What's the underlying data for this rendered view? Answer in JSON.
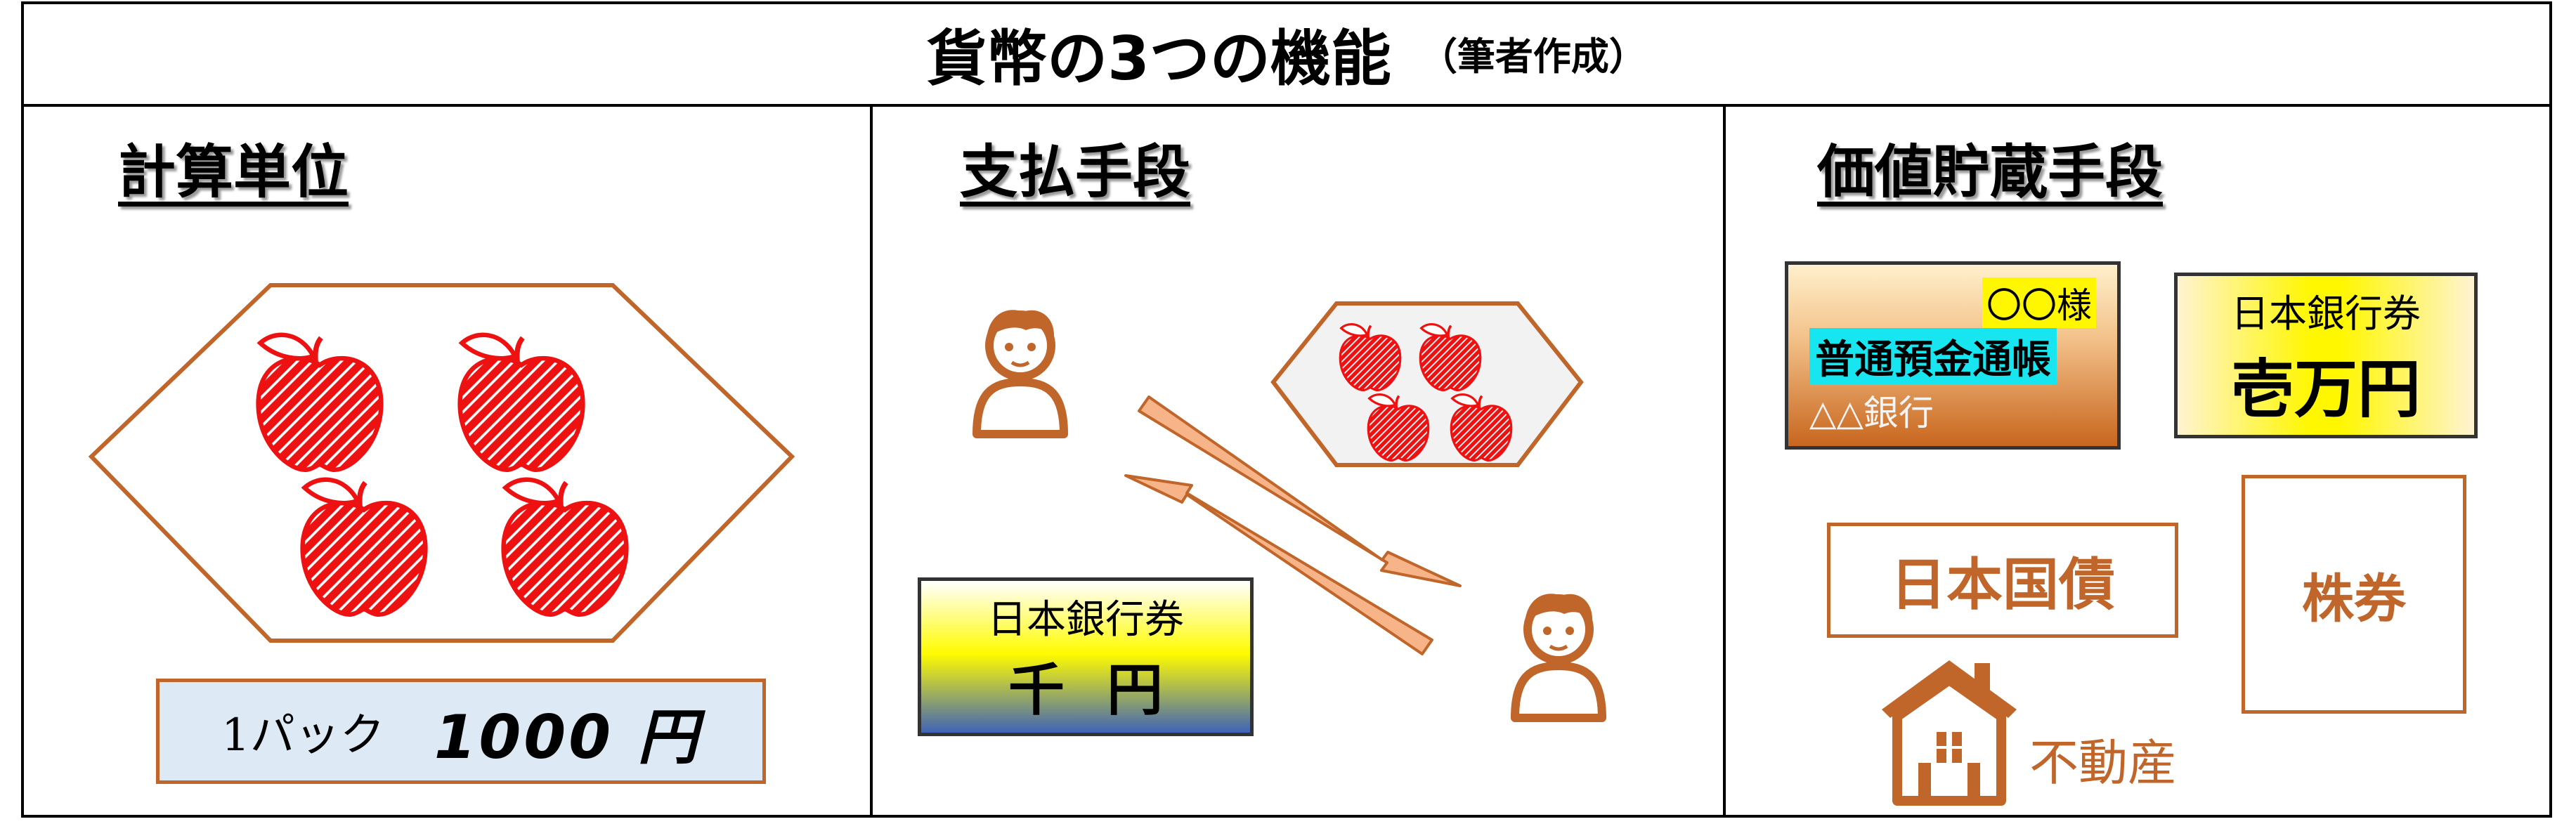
{
  "title": {
    "main": "貨幣の3つの機能",
    "note": "（筆者作成）"
  },
  "sections": {
    "unit_of_account": "計算単位",
    "means_of_payment": "支払手段",
    "store_of_value": "価値貯蔵手段"
  },
  "unit_of_account": {
    "price_qty": "1パック",
    "price_amount": "1000 円"
  },
  "means_of_payment": {
    "note_issuer": "日本銀行券",
    "note_value": "千円"
  },
  "store_of_value": {
    "passbook": {
      "owner": "〇〇様",
      "title": "普通預金通帳",
      "bank": "△△銀行"
    },
    "banknote": {
      "issuer": "日本銀行券",
      "value": "壱万円"
    },
    "bond": "日本国債",
    "stock": "株券",
    "real_estate": "不動産"
  },
  "colors": {
    "outline": "#c0662a",
    "apple": "#ee1111",
    "person": "#c0662a",
    "arrow_fill": "#f7b488",
    "price_box_fill": "#dde9f5",
    "passbook_teal": "#17e6f0",
    "banknote_yellow": "#fff700",
    "banknote_blue": "#3f63b8"
  }
}
